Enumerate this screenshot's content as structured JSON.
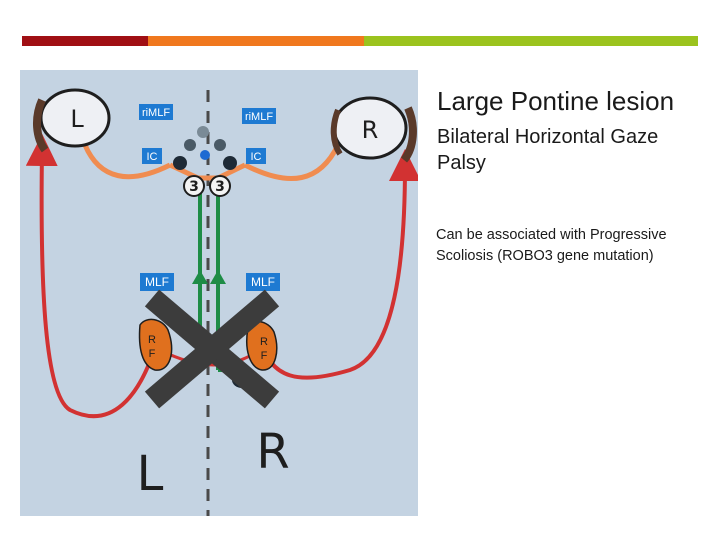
{
  "colors": {
    "bar_dark_red": "#a00f14",
    "bar_orange": "#f0781e",
    "bar_green": "#9bc31e",
    "panel_bg": "#c4d3e2",
    "red_path": "#d23232",
    "orange_path": "#f08c50",
    "green_path": "#1e8c46",
    "eye_outline": "#1e1e1e",
    "eye_fill": "#eef0f4",
    "riMLF_box": "#1e7ad2",
    "IC_box": "#1e7ad2",
    "MLF_box": "#1e7ad2",
    "RF_fill": "#e0701e",
    "x_mark": "#3c3c3c"
  },
  "slide": {
    "title": "Large Pontine lesion",
    "subtitle": "Bilateral Horizontal Gaze Palsy",
    "note": "Can be associated with Progressive Scoliosis (ROBO3 gene mutation)"
  },
  "diagram": {
    "eye_left_label": "L",
    "eye_right_label": "R",
    "riMLF_left": "riMLF",
    "riMLF_right": "riMLF",
    "IC_left": "IC",
    "IC_right": "IC",
    "nucleus_left": "3",
    "nucleus_right": "3",
    "MLF_left": "MLF",
    "MLF_right": "MLF",
    "RF_left_r": "R",
    "RF_left_f": "F",
    "RF_right_r": "R",
    "RF_right_f": "F",
    "side_left": "L",
    "side_right": "R"
  }
}
